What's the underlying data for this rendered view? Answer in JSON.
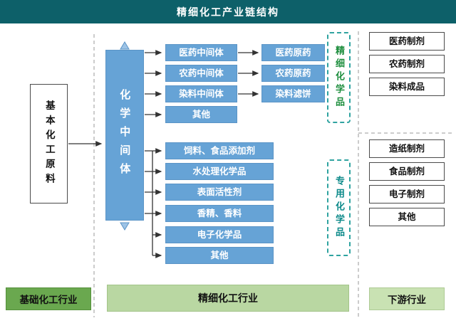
{
  "title": "精细化工产业链结构",
  "colors": {
    "header_bg": "#0d6069",
    "node_blue": "#66a3d6",
    "category_border_teal": "#2fa3a0",
    "fine_label_green": "#1e8e3e",
    "specialty_label_teal": "#0d8a8a",
    "footer_dark_green": "#6aa84f",
    "footer_light_green": "#b9d7a2",
    "footer_pale_green": "#c9e2b3"
  },
  "source": {
    "label": "基本化工原料"
  },
  "intermediate": {
    "label": "化学中间体"
  },
  "fine_chain": {
    "category_label": "精细化学品",
    "intermediates": [
      "医药中间体",
      "农药中间体",
      "染料中间体",
      "其他"
    ],
    "products": [
      "医药原药",
      "农药原药",
      "染料滤饼"
    ]
  },
  "specialty_chain": {
    "category_label": "专用化学品",
    "items": [
      "饲料、食品添加剂",
      "水处理化学品",
      "表面活性剂",
      "香精、香料",
      "电子化学品",
      "其他"
    ]
  },
  "downstream": {
    "group1": [
      "医药制剂",
      "农药制剂",
      "染料成品"
    ],
    "group2": [
      "造纸制剂",
      "食品制剂",
      "电子制剂",
      "其他"
    ]
  },
  "footer": {
    "basic_industry": "基础化工行业",
    "fine_industry": "精细化工行业",
    "downstream_industry": "下游行业"
  }
}
